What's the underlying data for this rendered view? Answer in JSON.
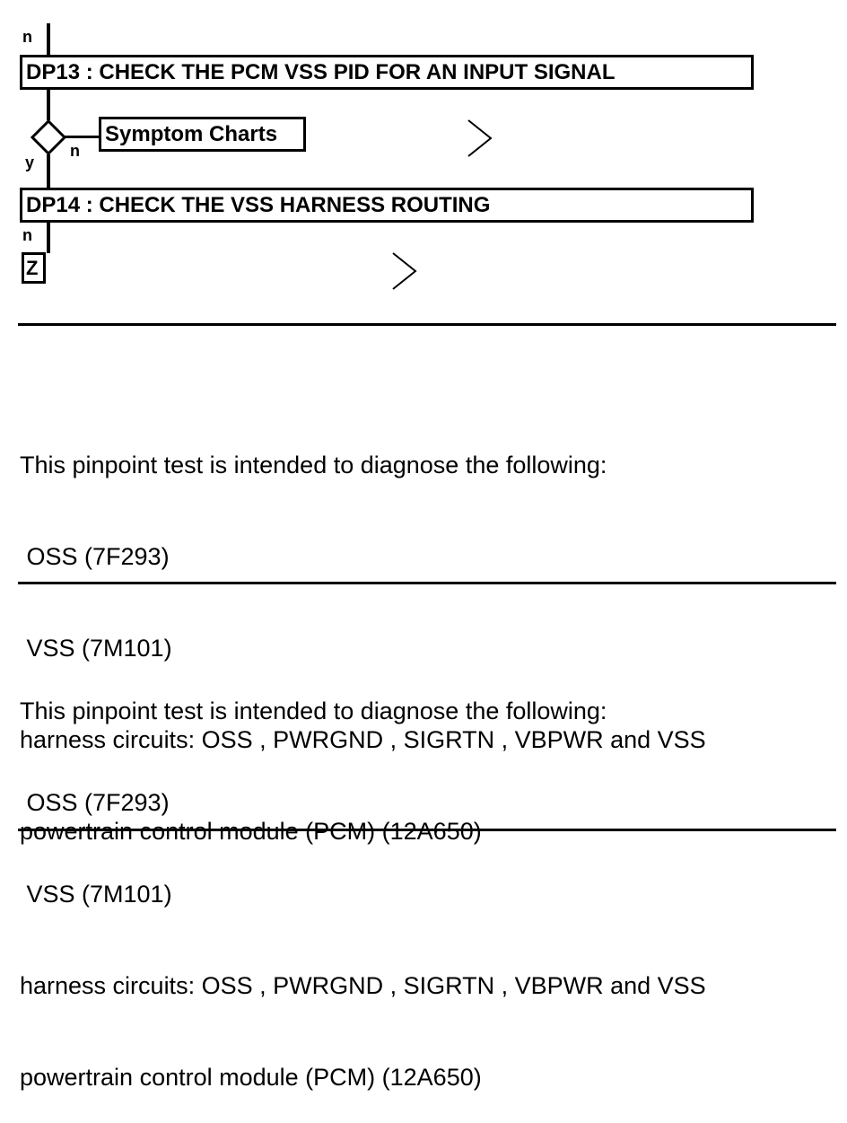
{
  "flow": {
    "n_label_top": "n",
    "dp13_title": "DP13 : CHECK THE PCM VSS PID FOR AN INPUT SIGNAL",
    "decision_y_label": "y",
    "decision_n_label": "n",
    "symptom_charts_label": "Symptom Charts",
    "dp14_title": "DP14 : CHECK THE VSS HARNESS ROUTING",
    "n_label_bottom": "n",
    "z_label": "Z"
  },
  "sections": [
    {
      "lines": [
        "This pinpoint test is intended to diagnose the following:",
        " OSS (7F293)",
        " VSS (7M101)",
        "harness circuits: OSS , PWRGND , SIGRTN , VBPWR and VSS",
        "powertrain control module (PCM) (12A650)"
      ]
    },
    {
      "lines": [
        "This pinpoint test is intended to diagnose the following:",
        " OSS (7F293)",
        " VSS (7M101)",
        "harness circuits: OSS , PWRGND , SIGRTN , VBPWR and VSS",
        "powertrain control module (PCM) (12A650)"
      ]
    }
  ]
}
